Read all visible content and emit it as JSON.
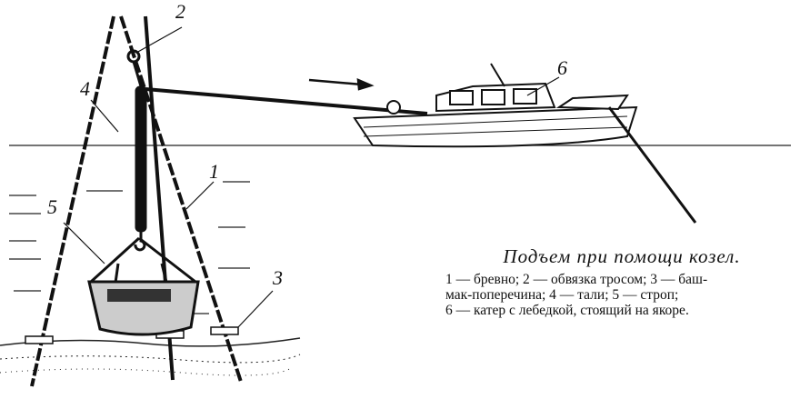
{
  "labels": {
    "l1": "1",
    "l2": "2",
    "l3": "3",
    "l4": "4",
    "l5": "5",
    "l6": "6"
  },
  "caption": {
    "title": "Подъем при помощи козел.",
    "line1": "1 — бревно; 2 — обвязка тросом; 3 — баш-",
    "line2": "мак-поперечина;   4 — тали;   5 — строп;",
    "line3": "6 — катер с лебедкой, стоящий на якоре."
  }
}
